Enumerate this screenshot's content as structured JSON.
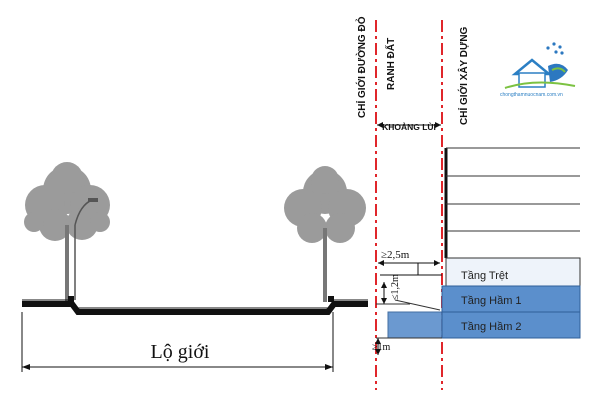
{
  "labels": {
    "chi_gioi_duong_do": "CHỈ GIỚI ĐƯỜNG ĐỎ",
    "ranh_dat": "RANH ĐẤT",
    "chi_gioi_xay_dung": "CHỈ GIỚI XÂY DỰNG",
    "khoang_lui": "KHOẢNG LÙI",
    "lo_gioi": "Lộ giới"
  },
  "dimensions": {
    "ge_2_5m": "≥2,5m",
    "le_1_2m": "≤1,2m",
    "ge_1m": "≥1m"
  },
  "floors": {
    "tang_tret": "Tầng Trệt",
    "tang_ham_1": "Tầng Hầm 1",
    "tang_ham_2": "Tầng Hầm 2"
  },
  "watermark": {
    "text": "chongthamnuocnam.com.vn"
  },
  "colors": {
    "red_line": "#e0262b",
    "basement_blue": "#5b8fcc",
    "ground_floor_fill": "#eef3fa",
    "tree_gray": "#8a8a8a",
    "road_black": "#111111"
  }
}
